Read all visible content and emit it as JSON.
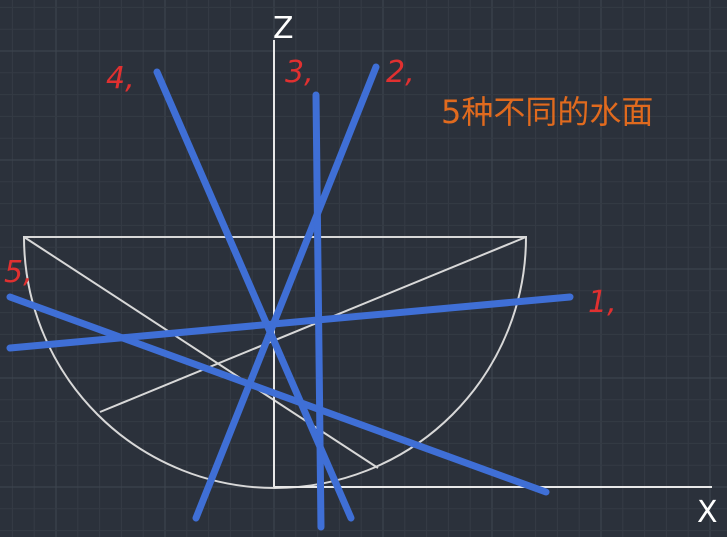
{
  "title": "5种不同的水面",
  "axes": {
    "z_label": "Z",
    "x_label": "X"
  },
  "surface_labels": [
    "1,",
    "2,",
    "3,",
    "4,",
    "5,"
  ],
  "colors": {
    "background": "#2b313b",
    "grid_minor": "#353b45",
    "grid_major": "#3f4650",
    "bowl": "#d8d8d8",
    "water_surface": "#3f6fd6",
    "handwriting": "#e03030",
    "title": "#e06a1e"
  }
}
